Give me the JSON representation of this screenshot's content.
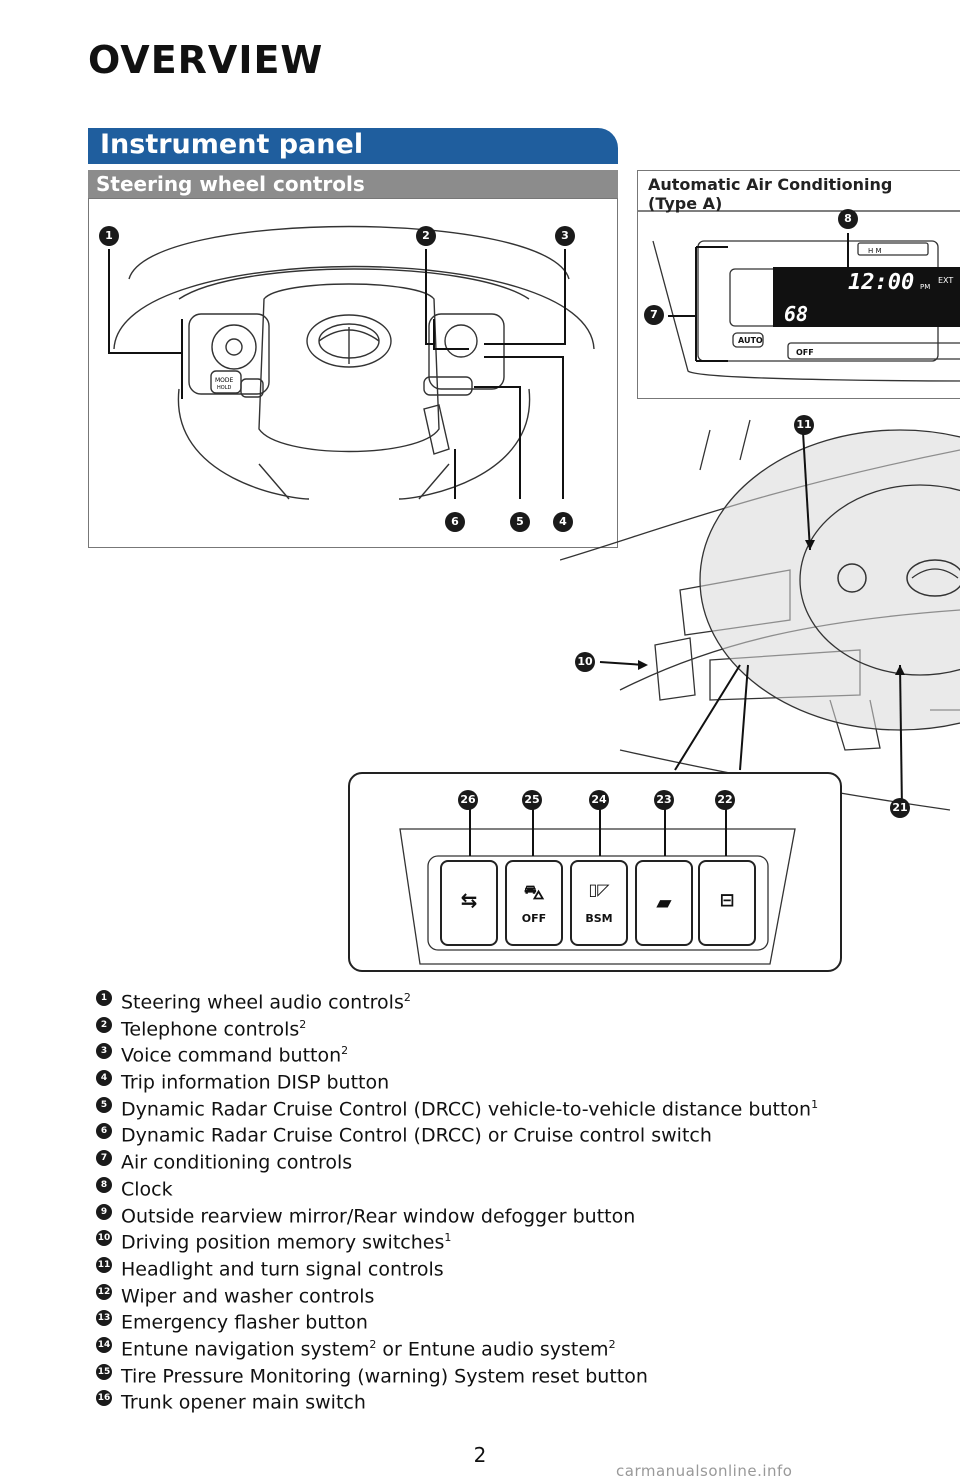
{
  "page": {
    "title": "OVERVIEW",
    "section": "Instrument panel",
    "subsection": "Steering wheel controls",
    "page_number": "2",
    "watermark": "carmanualsonline.info"
  },
  "ac": {
    "title_line1": "Automatic Air Conditioning",
    "title_line2": "(Type A)",
    "display_time": "12:00",
    "display_pm": "PM",
    "display_temp": "68",
    "auto_label": "AUTO",
    "off_label": "OFF",
    "hm_label": "H M",
    "ext_label": "EXT"
  },
  "callouts": {
    "n1": "1",
    "n2": "2",
    "n3": "3",
    "n4": "4",
    "n5": "5",
    "n6": "6",
    "n7": "7",
    "n8": "8",
    "n10": "10",
    "n11": "11",
    "n21": "21",
    "n22": "22",
    "n23": "23",
    "n24": "24",
    "n25": "25",
    "n26": "26"
  },
  "switch_panel": {
    "off_label": "OFF",
    "bsm_label": "BSM"
  },
  "wheel_labels": {
    "mode": "MODE",
    "hold": "HOLD"
  },
  "legend": [
    {
      "num": "1",
      "text": "Steering wheel audio controls",
      "sup": "2"
    },
    {
      "num": "2",
      "text": "Telephone controls",
      "sup": "2"
    },
    {
      "num": "3",
      "text": "Voice command button",
      "sup": "2"
    },
    {
      "num": "4",
      "text": "Trip information DISP button",
      "sup": ""
    },
    {
      "num": "5",
      "text": "Dynamic Radar Cruise Control (DRCC) vehicle-to-vehicle distance button",
      "sup": "1"
    },
    {
      "num": "6",
      "text": "Dynamic Radar Cruise Control (DRCC) or Cruise control switch",
      "sup": ""
    },
    {
      "num": "7",
      "text": "Air conditioning controls",
      "sup": ""
    },
    {
      "num": "8",
      "text": "Clock",
      "sup": ""
    },
    {
      "num": "9",
      "text": "Outside rearview mirror/Rear window defogger button",
      "sup": ""
    },
    {
      "num": "10",
      "text": "Driving position memory switches",
      "sup": "1"
    },
    {
      "num": "11",
      "text": "Headlight and turn signal controls",
      "sup": ""
    },
    {
      "num": "12",
      "text": "Wiper and washer controls",
      "sup": ""
    },
    {
      "num": "13",
      "text": "Emergency flasher button",
      "sup": ""
    },
    {
      "num": "14",
      "text": "Entune navigation system",
      "sup": "2",
      "text2": " or Entune audio system",
      "sup2": "2"
    },
    {
      "num": "15",
      "text": "Tire Pressure Monitoring (warning) System reset button",
      "sup": ""
    },
    {
      "num": "16",
      "text": "Trunk opener main switch",
      "sup": ""
    }
  ]
}
